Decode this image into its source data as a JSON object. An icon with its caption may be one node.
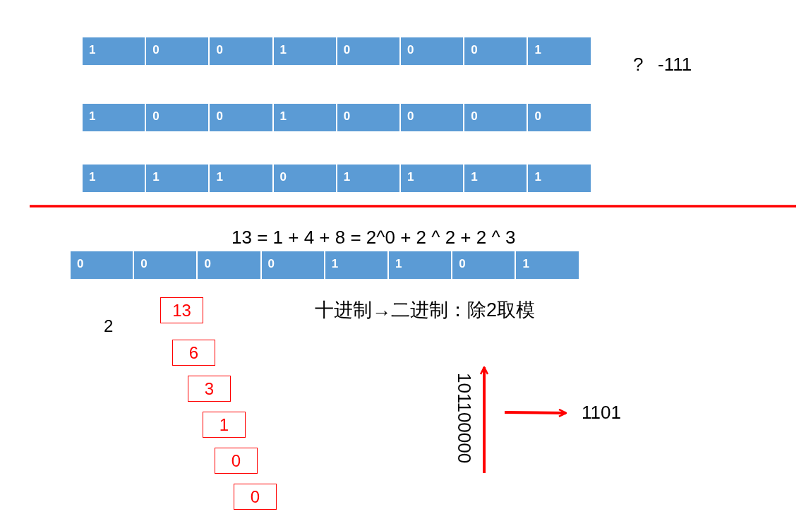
{
  "diagram": {
    "nodes": [
      {
        "text": [
          "1"
        ]
      },
      {
        "text": [
          "0"
        ]
      },
      {
        "text": [
          "0"
        ]
      },
      {
        "text": [
          "1"
        ]
      },
      {
        "text": [
          "0"
        ]
      },
      {
        "text": [
          "0"
        ]
      },
      {
        "text": [
          "0"
        ]
      },
      {
        "text": [
          "1"
        ]
      },
      {
        "text": [
          "1"
        ]
      },
      {
        "text": [
          "0"
        ]
      },
      {
        "text": [
          "0"
        ]
      },
      {
        "text": [
          "1"
        ]
      },
      {
        "text": [
          "0"
        ]
      },
      {
        "text": [
          "0"
        ]
      },
      {
        "text": [
          "0"
        ]
      },
      {
        "text": [
          "0"
        ]
      },
      {
        "text": [
          "1"
        ]
      },
      {
        "text": [
          "1"
        ]
      },
      {
        "text": [
          "1"
        ]
      },
      {
        "text": [
          "0"
        ]
      },
      {
        "text": [
          "1"
        ]
      },
      {
        "text": [
          "1"
        ]
      },
      {
        "text": [
          "1"
        ]
      },
      {
        "text": [
          "1"
        ]
      },
      {
        "text": [
          "0"
        ]
      },
      {
        "text": [
          "0"
        ]
      },
      {
        "text": [
          "0"
        ]
      },
      {
        "text": [
          "0"
        ]
      },
      {
        "text": [
          "1"
        ]
      },
      {
        "text": [
          "1"
        ]
      },
      {
        "text": [
          "0"
        ]
      },
      {
        "text": [
          "1"
        ]
      },
      {
        "text": [
          "13"
        ]
      },
      {
        "text": [
          "6"
        ]
      },
      {
        "text": [
          "3"
        ]
      },
      {
        "text": [
          "1"
        ]
      },
      {
        "text": [
          "0"
        ]
      },
      {
        "text": [
          "0"
        ]
      },
      {
        "text": [
          "1101"
        ]
      }
    ],
    "edges": [
      {
        "from": null,
        "to": 38,
        "arrow": "to"
      }
    ],
    "labels": [
      "?",
      "-111",
      "13 = 1 + 4 + 8 = 2^0 + 2 ^ 2 + 2 ^ 3",
      "十进制→二进制：除2取模",
      "2",
      "101100000"
    ]
  }
}
